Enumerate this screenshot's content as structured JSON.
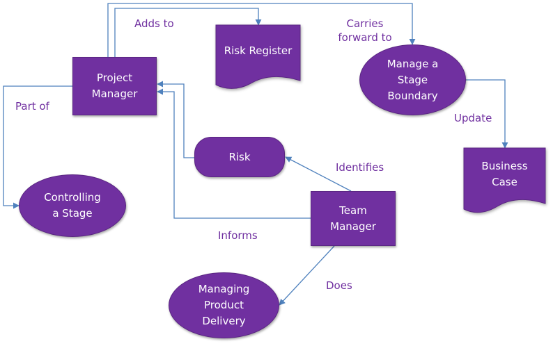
{
  "colors": {
    "node_fill": "#7030a0",
    "connector": "#4f81bd",
    "label_text": "#7030a0"
  },
  "nodes": {
    "project_manager": "Project\nManager",
    "risk_register": "Risk Register",
    "manage_stage_boundary": "Manage a\nStage\nBoundary",
    "business_case": "Business\nCase",
    "risk": "Risk",
    "controlling_stage": "Controlling\na Stage",
    "team_manager": "Team\nManager",
    "managing_product_delivery": "Managing\nProduct\nDelivery"
  },
  "edges": {
    "adds_to": "Adds to",
    "carries_forward_to": "Carries\nforward to",
    "part_of": "Part of",
    "update": "Update",
    "identifies": "Identifies",
    "informs": "Informs",
    "does": "Does"
  }
}
